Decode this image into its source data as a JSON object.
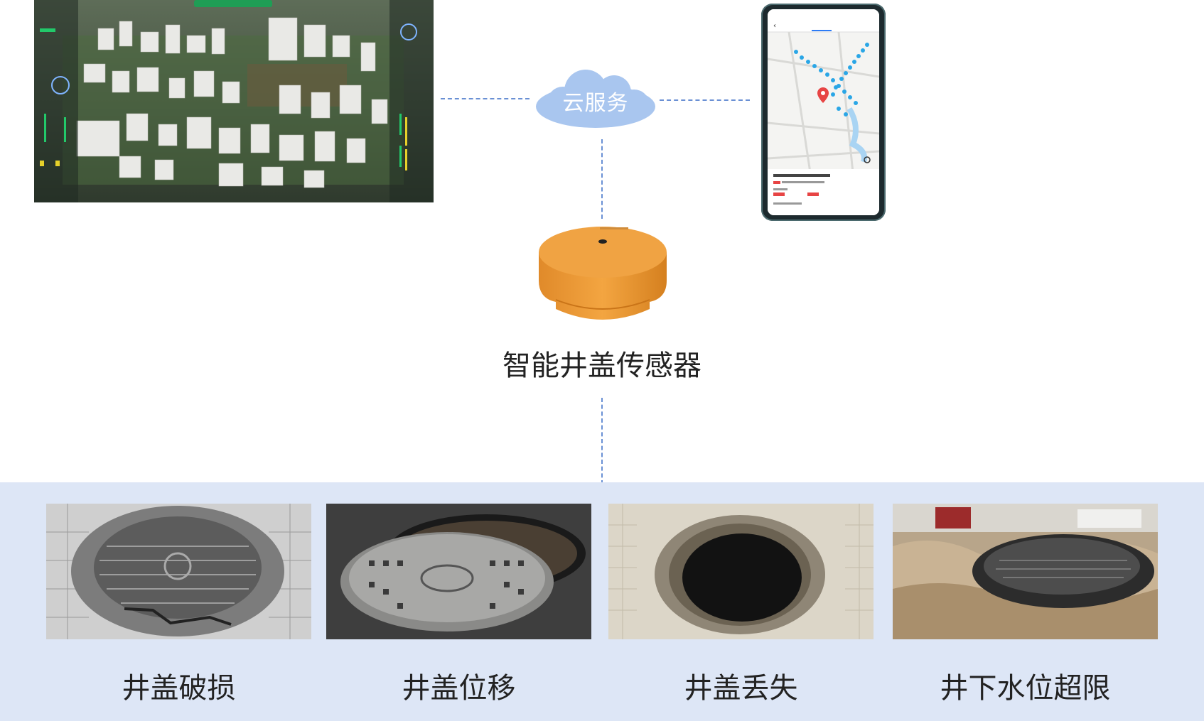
{
  "center": {
    "cloud_label": "云服务",
    "sensor_label": "智能井盖传感器"
  },
  "cases": [
    {
      "label": "井盖破损",
      "icon": "broken-cover-photo"
    },
    {
      "label": "井盖位移",
      "icon": "displaced-cover-photo"
    },
    {
      "label": "井盖丢失",
      "icon": "missing-cover-photo"
    },
    {
      "label": "井下水位超限",
      "icon": "flooded-cover-photo"
    }
  ],
  "colors": {
    "dash": "#6a90d4",
    "cloud": "#a9c6ef",
    "sensor": "#ee9a38",
    "band": "#dde6f6",
    "map_pin": "#e74444",
    "dashboard_accent": "#22c96a"
  }
}
